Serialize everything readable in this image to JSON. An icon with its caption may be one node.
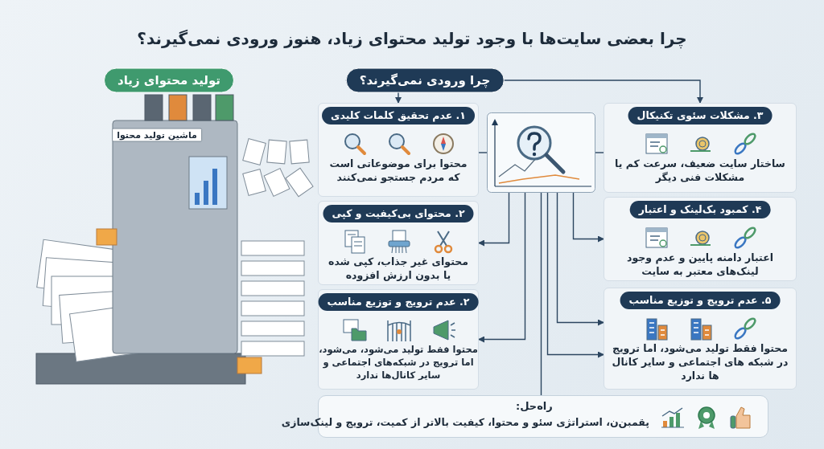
{
  "diagram": {
    "title": "چرا بعضی سایت‌ها با وجود تولید محتوای زیاد، هنوز ورودی نمی‌گیرند؟",
    "nodes": [
      {
        "text": [
          "تولید محتوای زیاد"
        ]
      },
      {
        "text": [
          "چرا ورودی نمی‌گیرند؟"
        ]
      },
      {
        "text": [],
        "shape": "picture"
      },
      {
        "text": [
          "۱. عدم تحقیق کلمات کلیدی",
          "محتوا برای موضوعاتی است که مردم جستجو نمی‌کنند"
        ]
      },
      {
        "text": [
          "۲. محتوای بی‌کیفیت و کپی",
          "محتوای غیر جذاب، کپی شده یا بدون ارزش افزوده"
        ]
      },
      {
        "text": [
          "۲. عدم ترویج و توزیع مناسب",
          "محتوا فقط تولید می‌شود، می‌شود، اما ترویج در شبکه‌های اجتماعی و سایر کانال‌ها ندارد"
        ]
      },
      {
        "text": [
          "۳. مشکلات سئوی تکنیکال",
          "ساختار سایت ضعیف، سرعت کم یا مشکلات فنی دیگر"
        ]
      },
      {
        "text": [
          "۴. کمبود بک‌لینک و اعتبار",
          "اعتبار دامنه پایین و عدم وجود لینک‌های معتبر به سایت"
        ]
      },
      {
        "text": [
          "۵. عدم ترویج و توزیع مناسب",
          "محتوا فقط تولید می‌شود، اما ترویج در شبکه های اجتماعی و سایر کانال ها ندارد"
        ]
      },
      {
        "text": [
          "راه‌حل:",
          "پقمبن‌ن، استراتژی سئو و محتوا، کیفیت بالاتر از کمیت، ترویج و لینک‌سازی"
        ]
      }
    ],
    "edges": [
      {
        "from": 1,
        "to": 3,
        "arrow": "to"
      },
      {
        "from": 1,
        "to": 6,
        "arrow": "to"
      },
      {
        "from": 2,
        "to": 3,
        "arrow": "none"
      },
      {
        "from": 2,
        "to": 6,
        "arrow": "none"
      },
      {
        "from": 2,
        "to": 4,
        "arrow": "to"
      },
      {
        "from": 2,
        "to": 5,
        "arrow": "to"
      },
      {
        "from": 2,
        "to": 7,
        "arrow": "to"
      },
      {
        "from": 2,
        "to": 8,
        "arrow": "to"
      },
      {
        "from": 2,
        "to": 8,
        "arrow": "to"
      },
      {
        "from": 2,
        "to": 9,
        "arrow": "none"
      }
    ],
    "labels": [
      "ماشین تولید محتوا"
    ]
  }
}
